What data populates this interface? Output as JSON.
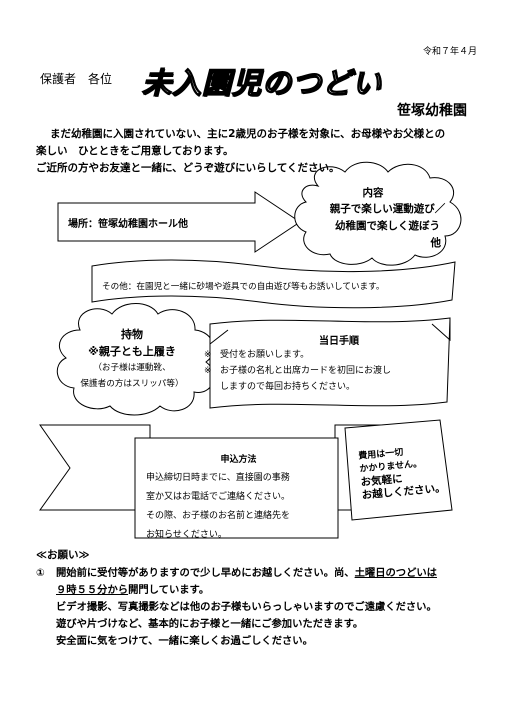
{
  "header": {
    "date": "令和７年４月",
    "recipient": "保護者　各位",
    "title": "未入園児のつどい",
    "school": "笹塚幼稚園"
  },
  "intro": {
    "line1": "まだ幼稚園に入園されていない、主に2歳児のお子様を対象に、お母様やお父様との",
    "line2": "楽しい　ひとときをご用意しております。",
    "line3": "ご近所の方やお友達と一緒に、どうぞ遊びにいらしてください。"
  },
  "place": {
    "label": "場所：笹塚幼稚園ホール他"
  },
  "naiyo": {
    "title": "内容",
    "line1": "親子で楽しい運動遊び／",
    "line2": "幼稚園で楽しく遊ぼう",
    "line3": "他"
  },
  "other": {
    "text": "その他：在園児と一緒に砂場や遊具での自由遊び等もお誘いしています。"
  },
  "mochimono": {
    "title": "持物",
    "line1": "※親子とも上履き",
    "line2": "（お子様は運動靴、",
    "line3": "保護者の方はスリッパ等）"
  },
  "toujitsu": {
    "title": "当日手順",
    "mark": "※",
    "item1": "受付をお願いします。",
    "item2a": "お子様の名札と出席カードを初回にお渡し",
    "item2b": "しますので毎回お持ちください。"
  },
  "moushikomi": {
    "title": "申込方法",
    "line1": "申込締切日時までに、直接園の事務",
    "line2": "室か又はお電話でご連絡ください。",
    "line3": "その際、お子様のお名前と連絡先を",
    "line4": "お知らせください。"
  },
  "hiyou": {
    "line1": "費用は一切",
    "line2": "かかりません。",
    "line3": "お気軽に",
    "line4": "お越しください。"
  },
  "onegai": {
    "title": "≪お願い≫",
    "num": "①",
    "line1a": "開始前に受付等がありますので少し早めにお越しください。尚、",
    "line1b": "土曜日のつどいは",
    "line2a": "９時５５分から",
    "line2b": "開門しています。",
    "line3": "ビデオ撮影、写真撮影などは他のお子様もいらっしゃいますのでご遠慮ください。",
    "line4": "遊びや片づけなど、基本的にお子様と一緒にご参加いただきます。",
    "line5": "安全面に気をつけて、一緒に楽しくお過ごしください。"
  }
}
